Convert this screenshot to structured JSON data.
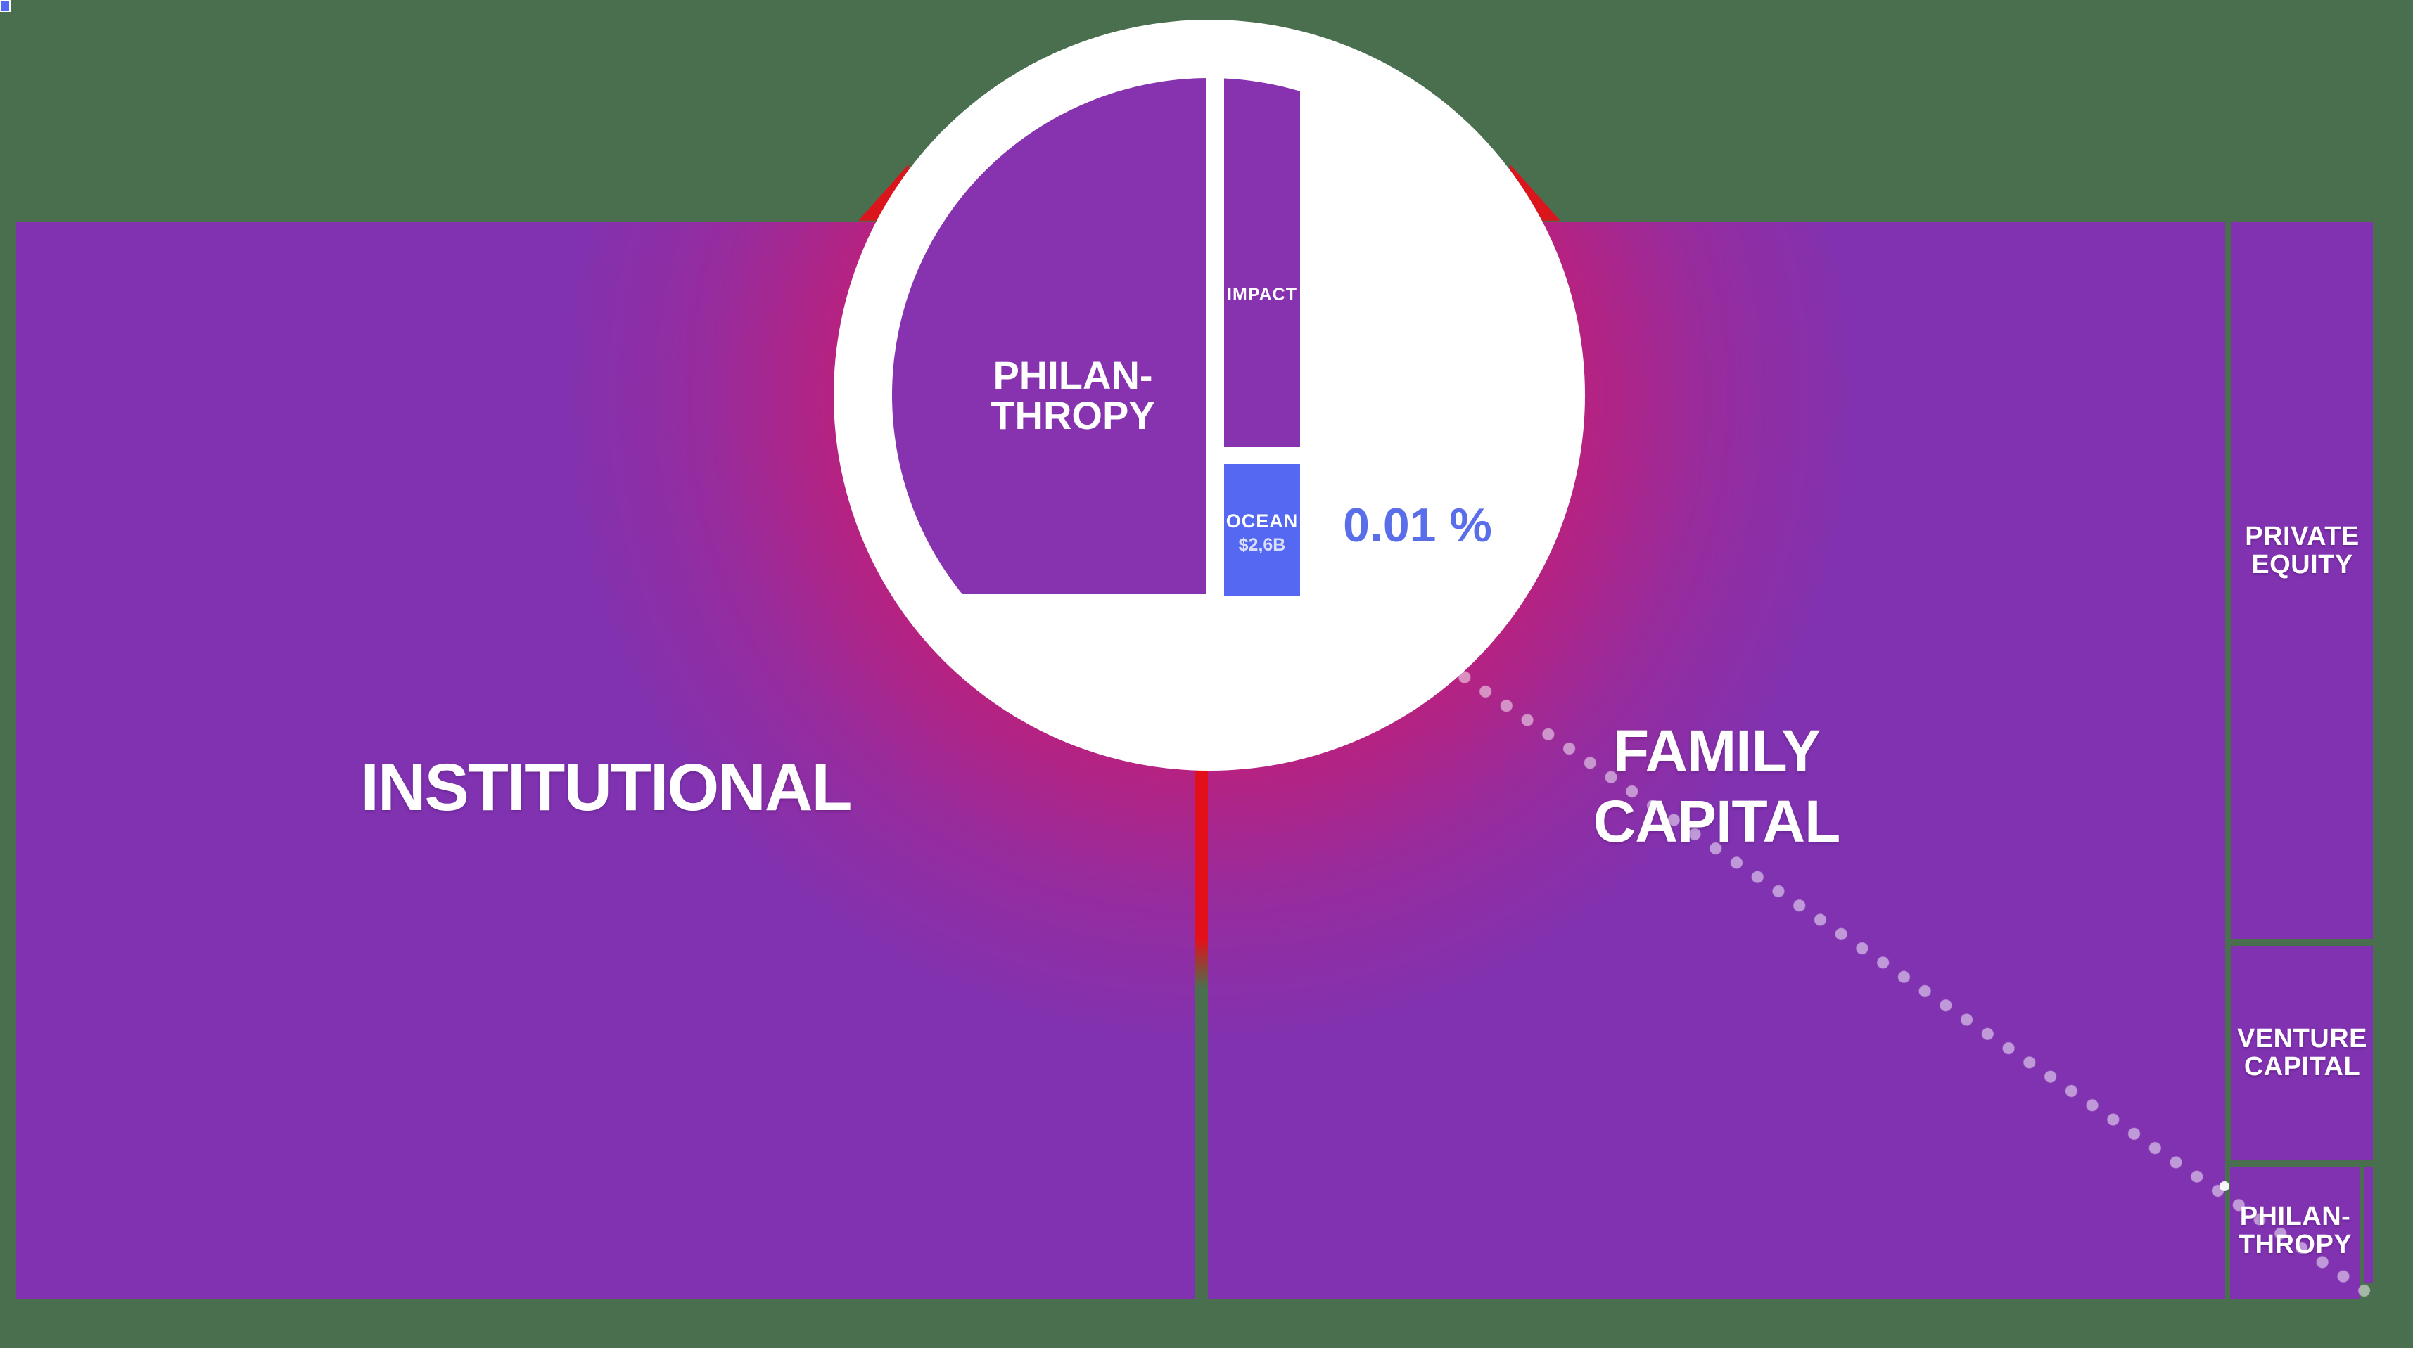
{
  "palette": {
    "background_green": "#4A6F4F",
    "block_purple": "#8132B1",
    "lens_purple": "#8732AE",
    "ocean_blue": "#5468F2",
    "percentage_blue": "#5A6EEA",
    "accent_red": "#E3101A",
    "glow_magenta": "rgba(225,22,90,0.55)",
    "text_white": "#FFFFFF"
  },
  "blocks": {
    "institutional": {
      "label": "INSTITUTIONAL"
    },
    "family": {
      "line1": "FAMILY",
      "line2": "CAPITAL"
    },
    "private_equity": {
      "line1": "PRIVATE",
      "line2": "EQUITY"
    },
    "venture_capital": {
      "line1": "VENTURE",
      "line2": "CAPITAL"
    },
    "philanthropy": {
      "line1": "PHILAN-",
      "line2": "THROPY"
    }
  },
  "lens": {
    "philanthropy": {
      "line1": "PHILAN-",
      "line2": "THROPY"
    },
    "impact_label": "IMPACT",
    "ocean_label": "OCEAN",
    "ocean_value": "$2,6B",
    "percentage": "0.01 %"
  }
}
